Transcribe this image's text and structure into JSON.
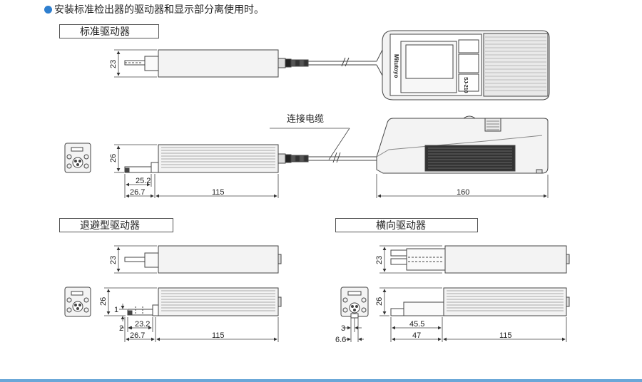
{
  "heading": "安装标准检出器的驱动器和显示部分离使用时。",
  "sections": {
    "standard": "标准驱动器",
    "retract": "退避型驱动器",
    "transverse": "横向驱动器"
  },
  "cable_label": "连接电缆",
  "display_brand": "Mitutoyo",
  "display_model": "SJ-210",
  "dims": {
    "std_height_top": "23",
    "std_height_side": "26",
    "std_d1": "25.2",
    "std_d2": "26.7",
    "std_len": "115",
    "display_len": "160",
    "ret_height_top": "23",
    "ret_height_side": "26",
    "ret_step": "1",
    "ret_gap": "2",
    "ret_d1": "23.2",
    "ret_d2": "26.7",
    "ret_len": "115",
    "tr_height_top": "23",
    "tr_height_side": "26",
    "tr_d0": "3",
    "tr_d1": "45.5",
    "tr_d2": "6.6",
    "tr_d3": "47",
    "tr_len": "115"
  },
  "colors": {
    "bullet": "#2f7fcf",
    "outline": "#444444",
    "body_fill": "#f3f3f3",
    "bottom_rule": "#6aa7d8"
  }
}
